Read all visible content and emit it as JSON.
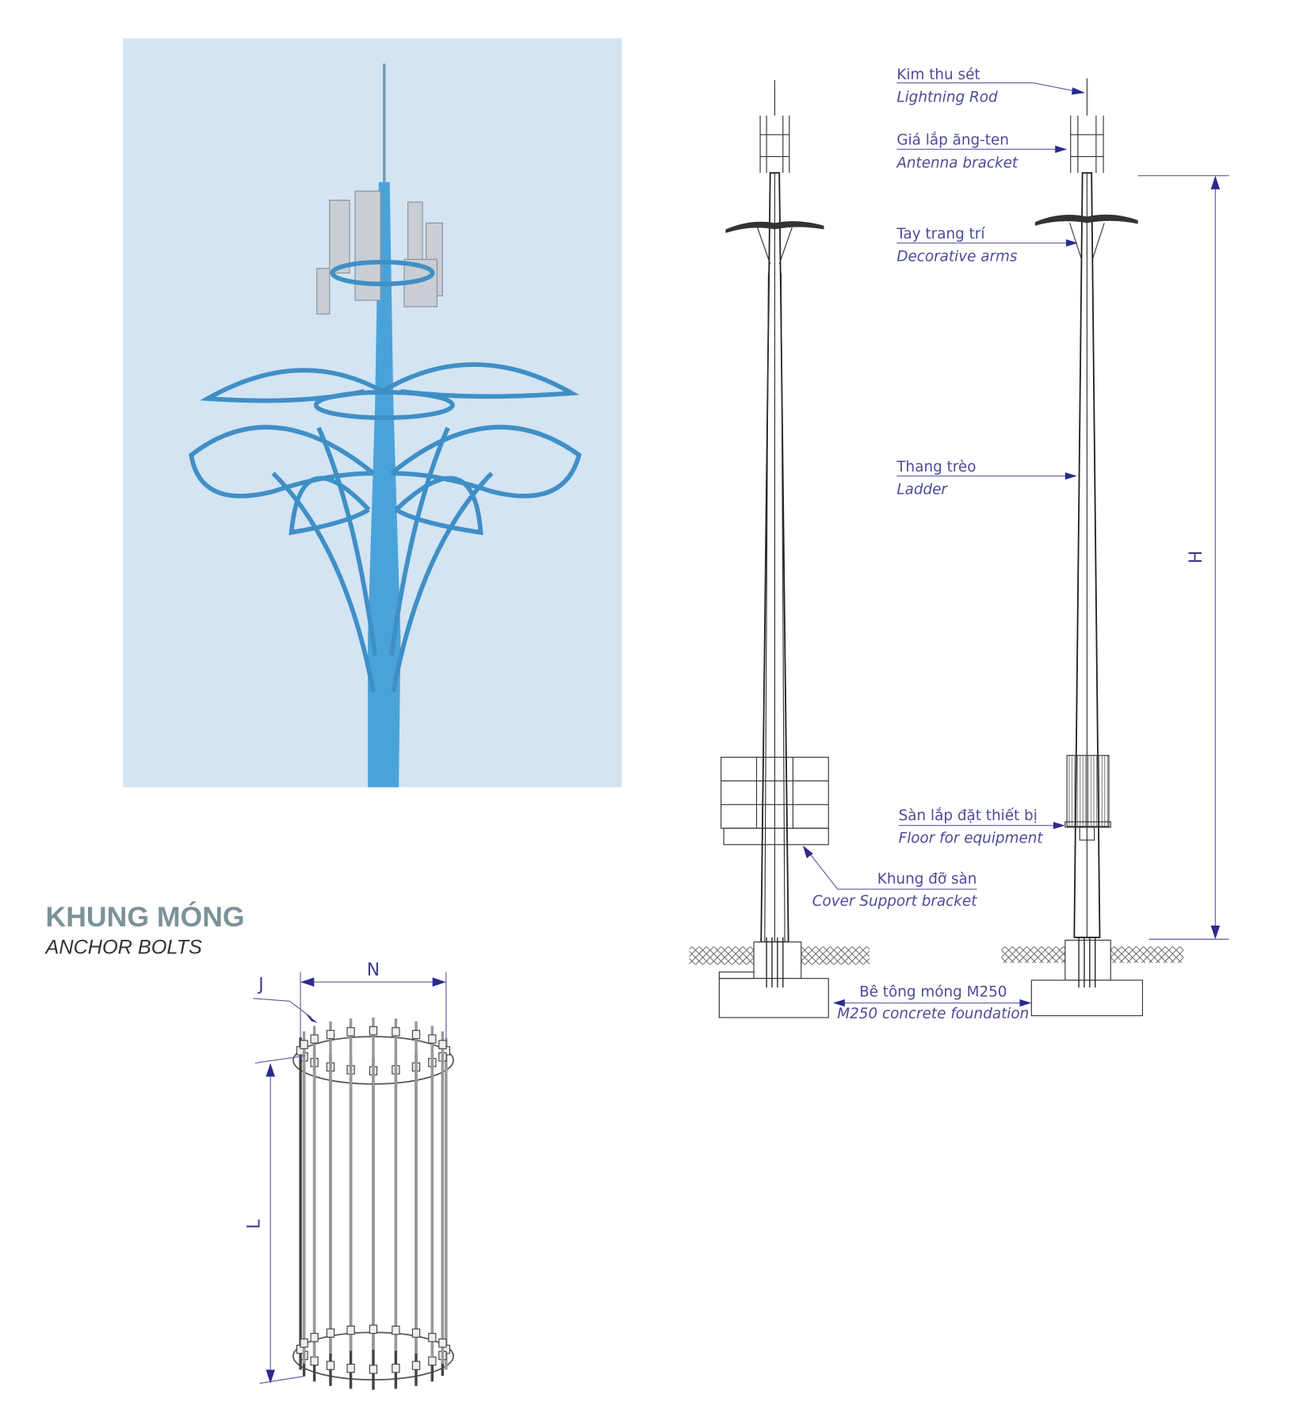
{
  "colors": {
    "sky": "#d3e4f3",
    "tower_blue": "#4aa3d8",
    "label": "#4b4b9a",
    "arrow": "#2a2a90",
    "heading": "#7b9298"
  },
  "labels": {
    "lightning_rod": {
      "vi": "Kim thu sét",
      "en": "Lightning Rod"
    },
    "antenna_bracket": {
      "vi": "Giá lắp ăng-ten",
      "en": "Antenna bracket"
    },
    "decorative_arms": {
      "vi": "Tay trang trí",
      "en": "Decorative arms"
    },
    "ladder": {
      "vi": "Thang trèo",
      "en": "Ladder"
    },
    "floor": {
      "vi": "Sàn lắp đặt thiết bị",
      "en": "Floor for equipment"
    },
    "support": {
      "vi": "Khung đỡ sàn",
      "en": "Cover Support bracket"
    },
    "foundation": {
      "vi": "Bê tông móng M250",
      "en": "M250 concrete foundation"
    },
    "height_dim": "H"
  },
  "anchor": {
    "title": "KHUNG MÓNG",
    "subtitle": "ANCHOR BOLTS",
    "dim_n": "N",
    "dim_j": "J",
    "dim_l": "L"
  }
}
